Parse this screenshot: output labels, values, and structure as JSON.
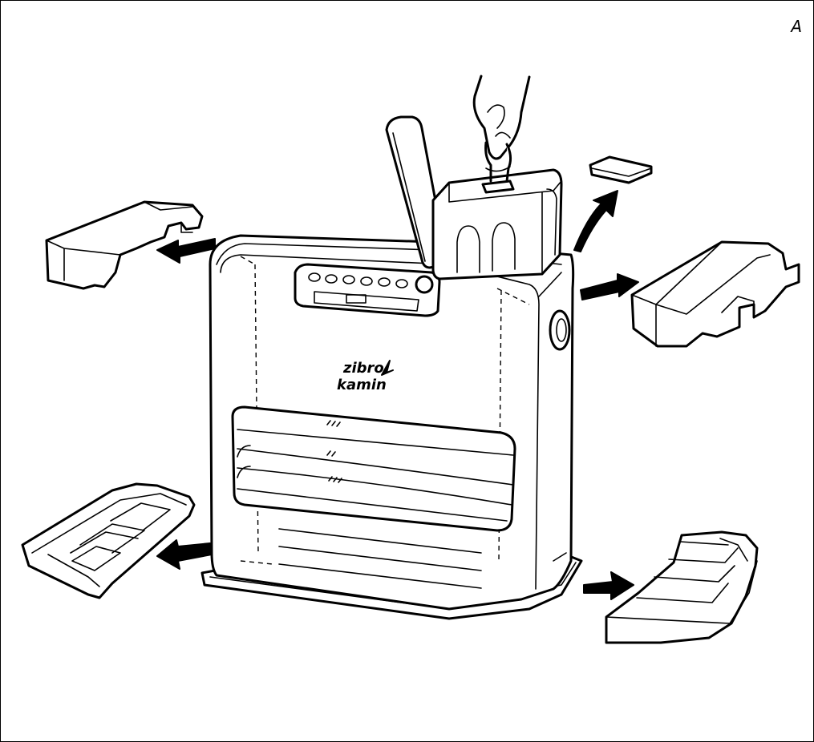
{
  "figure": {
    "letter": "A",
    "brand_line1": "zibro",
    "brand_line2": "kamin"
  },
  "icons": [
    "hand-icon",
    "fuel-tank-icon",
    "arrow-icon",
    "heater-icon",
    "packaging-foam-icon"
  ]
}
